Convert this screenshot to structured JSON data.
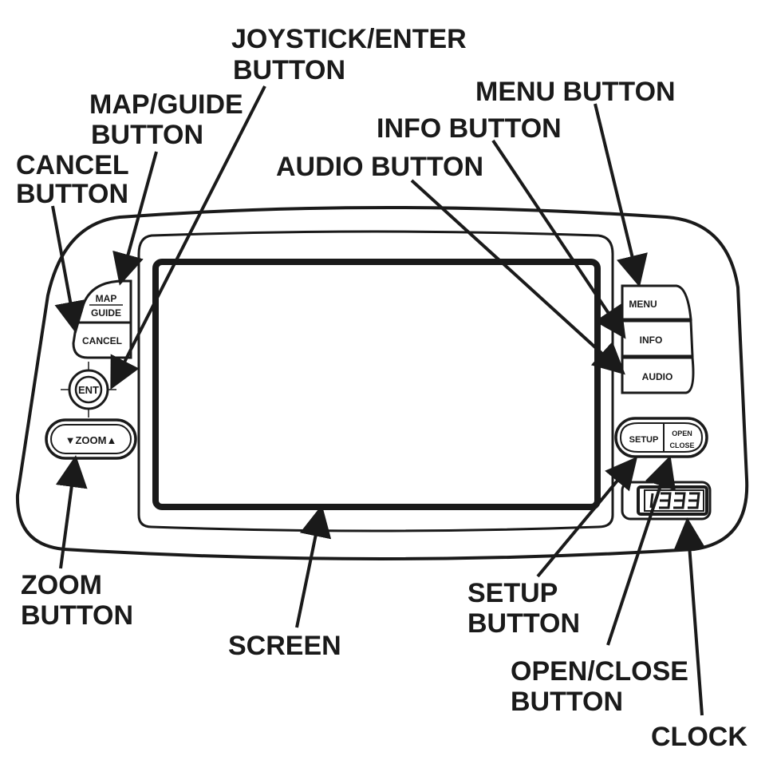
{
  "callouts": {
    "joystick": [
      "JOYSTICK/ENTER",
      "BUTTON"
    ],
    "map_guide": [
      "MAP/GUIDE",
      "BUTTON"
    ],
    "cancel": [
      "CANCEL",
      "BUTTON"
    ],
    "menu": "MENU BUTTON",
    "info": "INFO BUTTON",
    "audio": "AUDIO BUTTON",
    "zoom": [
      "ZOOM",
      "BUTTON"
    ],
    "screen": "SCREEN",
    "setup": [
      "SETUP",
      "BUTTON"
    ],
    "open_close": [
      "OPEN/CLOSE",
      "BUTTON"
    ],
    "clock": "CLOCK"
  },
  "buttons": {
    "map_top": "MAP",
    "map_bottom": "GUIDE",
    "cancel": "CANCEL",
    "ent": "ENT",
    "zoom": "▼ZOOM▲",
    "menu": "MENU",
    "info": "INFO",
    "audio": "AUDIO",
    "setup": "SETUP",
    "open": "OPEN",
    "close": "CLOSE"
  },
  "colors": {
    "ink": "#1a1a1a",
    "panel": "#ffffff"
  }
}
